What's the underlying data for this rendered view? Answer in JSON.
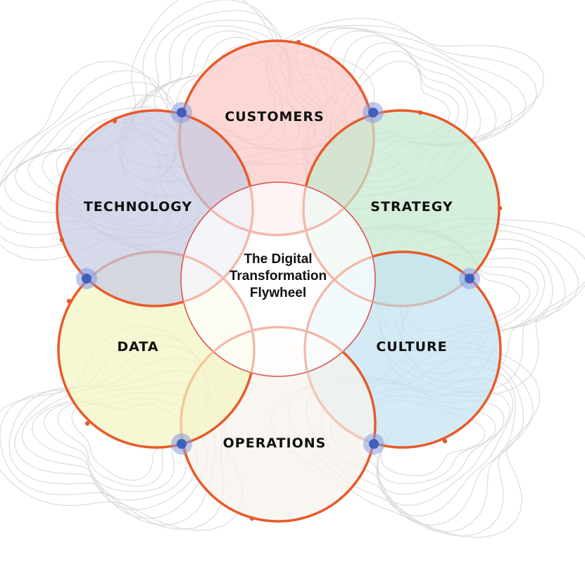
{
  "diagram": {
    "center": {
      "lines": [
        "The Digital",
        "Transformation",
        "Flywheel"
      ]
    },
    "petals": [
      {
        "id": "customers",
        "label": "CUSTOMERS",
        "fill": "#f9c9c6"
      },
      {
        "id": "strategy",
        "label": "STRATEGY",
        "fill": "#c6e8cf"
      },
      {
        "id": "culture",
        "label": "CULTURE",
        "fill": "#c4e3f2"
      },
      {
        "id": "operations",
        "label": "OPERATIONS",
        "fill": "#f6f3ec"
      },
      {
        "id": "data",
        "label": "DATA",
        "fill": "#f3f4c2"
      },
      {
        "id": "technology",
        "label": "TECHNOLOGY",
        "fill": "#c6cbe2"
      }
    ],
    "colors": {
      "ring_stroke": "#e85a2a",
      "center_stroke": "#d9534f",
      "node_fill": "#3f5fbf",
      "node_halo": "#8b9be0",
      "contour": "#d6d6d6"
    }
  }
}
